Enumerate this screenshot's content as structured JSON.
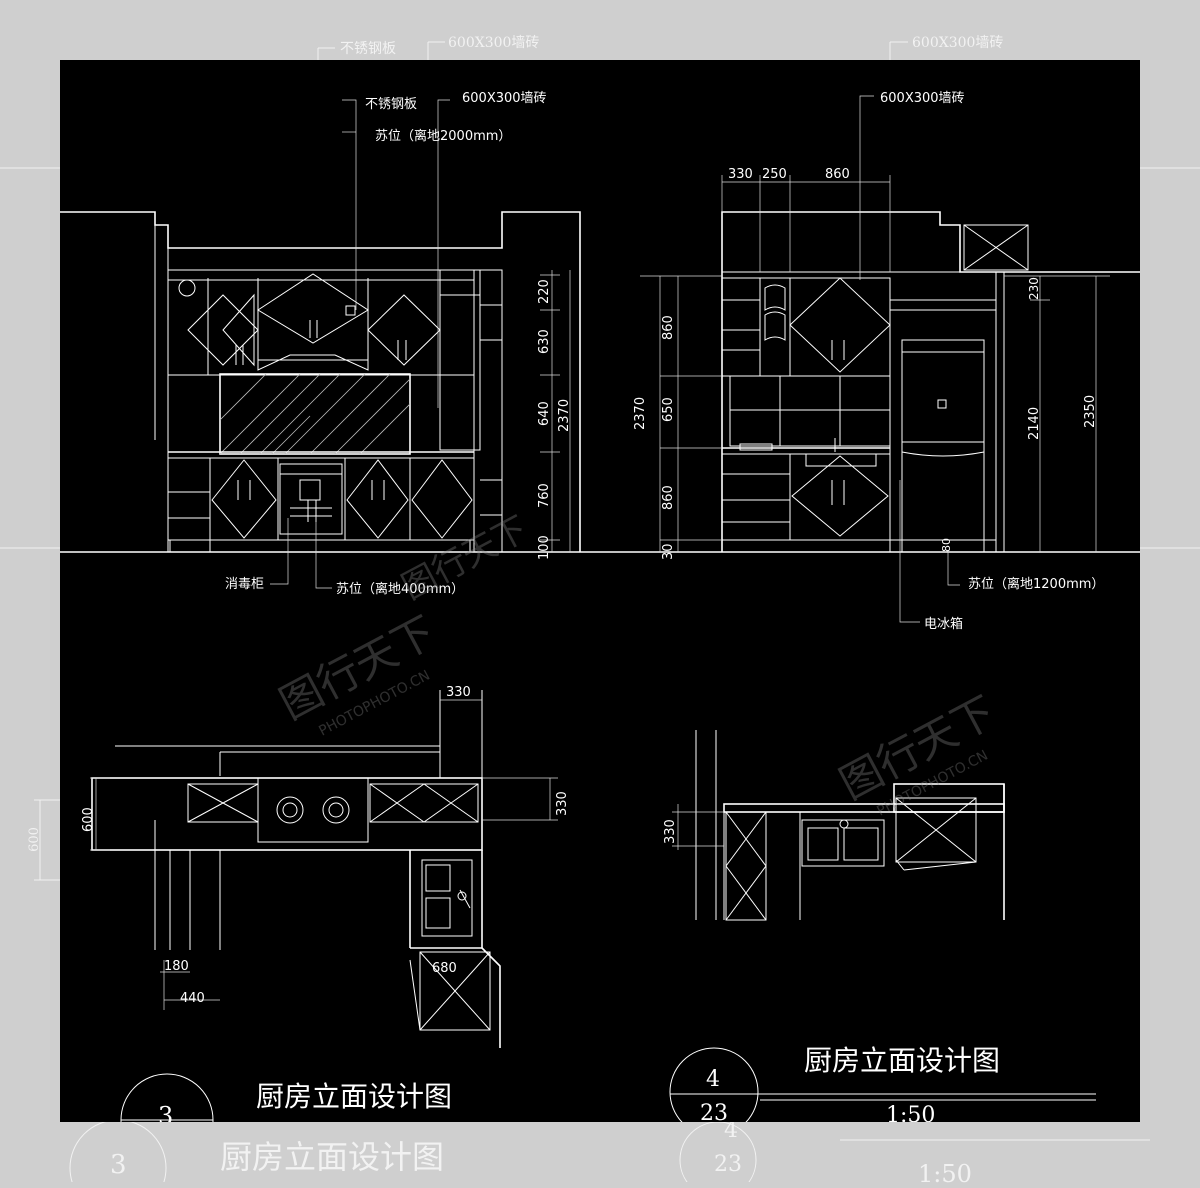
{
  "background_drawing": {
    "labels": {
      "steel": "不锈钢板",
      "tile_left": "600X300墙砖",
      "tile_right": "600X300墙砖",
      "dim_600": "600"
    },
    "title": "厨房立面设计图",
    "circle_number": "3",
    "circle_number_right_top": "4",
    "circle_number_right_bottom": "23",
    "scale": "1:50"
  },
  "drawing": {
    "left_elevation": {
      "callouts": {
        "steel_plate": "不锈钢板",
        "wall_tile": "600X300墙砖",
        "socket_2000": "苏位（离地2000mm）",
        "disinfect_cabinet": "消毒柜",
        "socket_400": "苏位（离地400mm）"
      },
      "dims_right": [
        "220",
        "630",
        "640",
        "760",
        "100"
      ],
      "total_height": "2370"
    },
    "right_elevation": {
      "callouts": {
        "wall_tile": "600X300墙砖",
        "socket_1200": "苏位（离地1200mm）",
        "fridge": "电冰箱"
      },
      "dims_top": [
        "330",
        "250",
        "860"
      ],
      "dims_left": [
        "860",
        "650",
        "860",
        "30"
      ],
      "total_height_left": "2370",
      "dims_right": [
        "230",
        "2140",
        "2350"
      ],
      "small_label": "80"
    },
    "left_plan": {
      "dims": {
        "top": "330",
        "right": "330",
        "left": "600",
        "d180": "180",
        "d440": "440",
        "d680": "680"
      }
    },
    "right_plan": {
      "dims": {
        "left": "330"
      }
    },
    "title_block_left": {
      "number": "3",
      "title": "厨房立面设计图"
    },
    "title_block_right": {
      "number_top": "4",
      "number_bottom": "23",
      "title": "厨房立面设计图",
      "scale": "1:50"
    },
    "watermark": {
      "text_cn": "图行天下",
      "text_en": "PHOTOPHOTO.CN"
    }
  },
  "colors": {
    "canvas": "#000000",
    "frame": "#cfcfcf",
    "lines": "#ffffff"
  }
}
